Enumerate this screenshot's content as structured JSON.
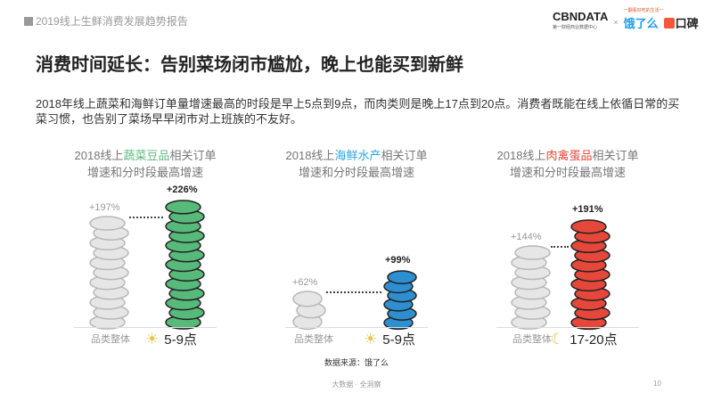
{
  "header": {
    "report_title": "2019线上生鲜消费发展趋势报告"
  },
  "logos": {
    "cbndata": "CBNDATA",
    "cbndata_sub": "第一财经商业数据中心",
    "x": "×",
    "eleme": "饿了么",
    "eleme_slogan": "一翻看好吃的生活一",
    "koubei": "口碑"
  },
  "title": "消费时间延长：告别菜场闭市尴尬，晚上也能买到新鲜",
  "description": "2018年线上蔬菜和海鲜订单量增速最高的时段是早上5点到9点，而肉类则是晚上17点到20点。消费者既能在线上依循日常的买菜习惯，也告别了菜场早早闭市对上班族的不友好。",
  "panels": [
    {
      "prefix": "2018线上",
      "highlight": "蔬菜豆品",
      "suffix": "相关订单",
      "subtitle": "增速和分时段最高增速",
      "overall_pct": "+197%",
      "peak_pct": "+226%",
      "overall_value": 197,
      "peak_value": 226,
      "category_label": "品类整体",
      "time_icon": "sun-icon",
      "time_label": "5-9点",
      "color": "#57b97a"
    },
    {
      "prefix": "2018线上",
      "highlight": "海鲜水产",
      "suffix": "相关订单",
      "subtitle": "增速和分时段最高增速",
      "overall_pct": "+62%",
      "peak_pct": "+99%",
      "overall_value": 62,
      "peak_value": 99,
      "category_label": "品类整体",
      "time_icon": "sun-icon",
      "time_label": "5-9点",
      "color": "#2e8fd0"
    },
    {
      "prefix": "2018线上",
      "highlight": "肉禽蛋品",
      "suffix": "相关订单",
      "subtitle": "增速和分时段最高增速",
      "overall_pct": "+144%",
      "peak_pct": "+191%",
      "overall_value": 144,
      "peak_value": 191,
      "category_label": "品类整体",
      "time_icon": "moon-icon",
      "time_label": "17-20点",
      "color": "#e5473a"
    }
  ],
  "source": "数据来源：饿了么",
  "footer": "大数据 · 全洞察",
  "page_number": "10"
}
